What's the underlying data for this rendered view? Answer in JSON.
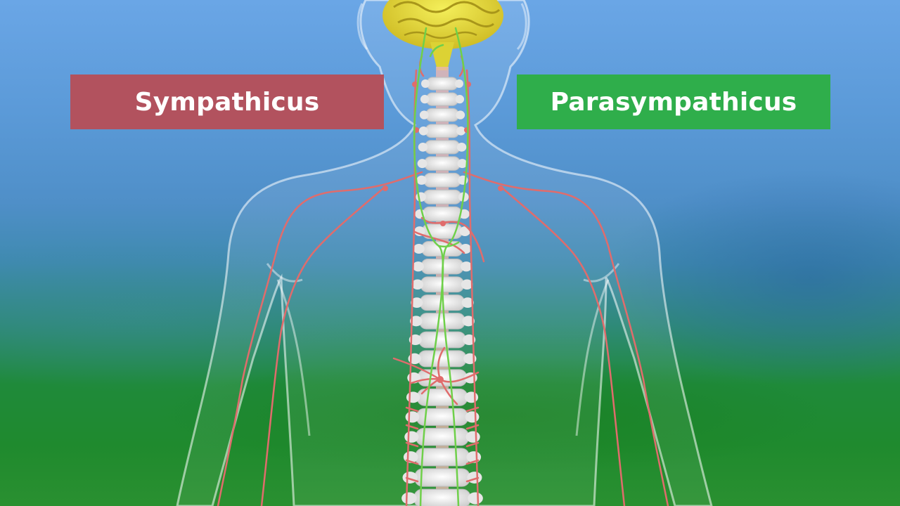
{
  "labels": {
    "left": "Sympathicus",
    "right": "Parasympathicus"
  },
  "colors": {
    "sympathicus_box": "#b2525e",
    "parasympathicus_box": "#2fae4b",
    "sympathetic_nerves": "#e06c6c",
    "parasympathetic_nerves": "#6fd04a",
    "brain": "#e8e23a",
    "spine": "#eeeeee"
  },
  "illustration": {
    "subject": "translucent-human-torso",
    "components": [
      "brain",
      "spinal-column",
      "sympathetic-nerves",
      "parasympathetic-nerves"
    ]
  }
}
